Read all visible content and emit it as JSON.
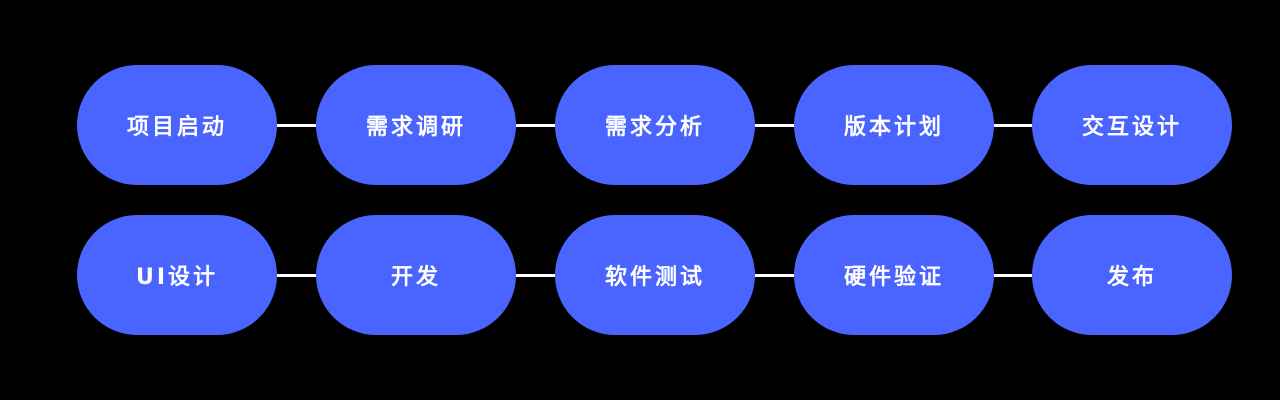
{
  "colors": {
    "background": "#000000",
    "node_fill": "#4a64ff",
    "node_text": "#ffffff",
    "connector": "#ffffff"
  },
  "rows": [
    {
      "steps": [
        {
          "label": "项目启动"
        },
        {
          "label": "需求调研"
        },
        {
          "label": "需求分析"
        },
        {
          "label": "版本计划"
        },
        {
          "label": "交互设计"
        }
      ]
    },
    {
      "steps": [
        {
          "label": "UI设计"
        },
        {
          "label": "开发"
        },
        {
          "label": "软件测试"
        },
        {
          "label": "硬件验证"
        },
        {
          "label": "发布"
        }
      ]
    }
  ]
}
